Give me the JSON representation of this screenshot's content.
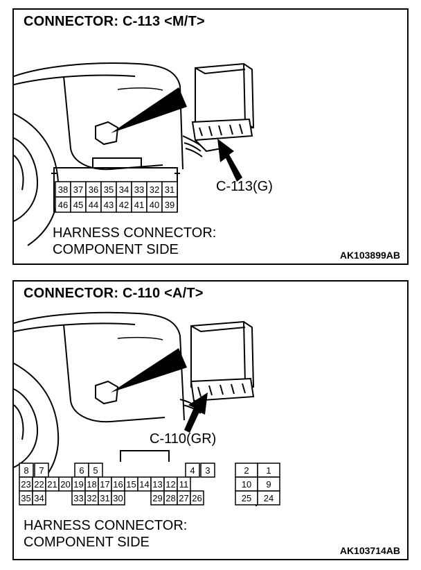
{
  "panels": [
    {
      "title": "CONNECTOR: C-113 <M/T>",
      "connector_label": "C-113(G)",
      "note_line1": "HARNESS CONNECTOR:",
      "note_line2": "COMPONENT SIDE",
      "code": "AK103899AB",
      "pins_top": [
        "38",
        "37",
        "36",
        "35",
        "34",
        "33",
        "32",
        "31"
      ],
      "pins_bottom": [
        "46",
        "45",
        "44",
        "43",
        "42",
        "41",
        "40",
        "39"
      ]
    },
    {
      "title": "CONNECTOR: C-110 <A/T>",
      "connector_label": "C-110(GR)",
      "note_line1": "HARNESS CONNECTOR:",
      "note_line2": "COMPONENT SIDE",
      "code": "AK103714AB",
      "pins_row1": [
        "8",
        "7",
        "6",
        "5",
        "4",
        "3",
        "2",
        "1"
      ],
      "pins_row2": [
        "23",
        "22",
        "21",
        "20",
        "19",
        "18",
        "17",
        "16",
        "15",
        "14",
        "13",
        "12",
        "11",
        "10",
        "9"
      ],
      "pins_row3": [
        "35",
        "34",
        "33",
        "32",
        "31",
        "30",
        "29",
        "28",
        "27",
        "26",
        "25",
        "24"
      ]
    }
  ]
}
